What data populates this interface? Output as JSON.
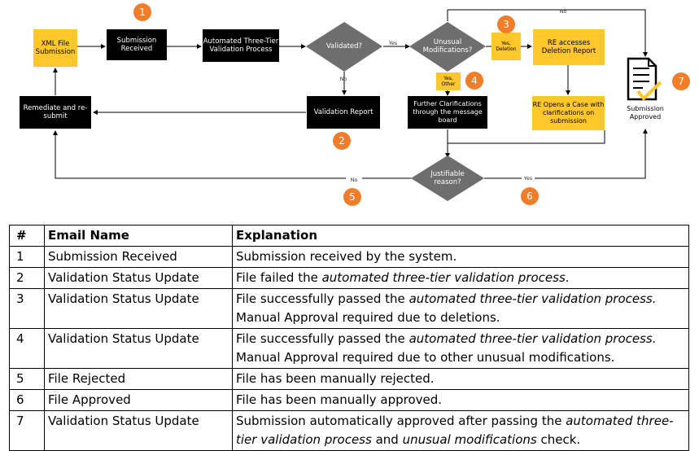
{
  "diagram": {
    "nodes": {
      "xml_file_submission": "XML File Submission",
      "submission_received": "Submission Received",
      "automated_validation": "Automated Three-Tier Validation Process",
      "validated_decision": "Validated?",
      "unusual_decision": "Unusual Modifications?",
      "re_accesses_report": "RE accesses Deletion Report",
      "remediate": "Remediate and re-submit",
      "validation_report": "Validation Report",
      "further_clarifications": "Further Clarifications through the message board",
      "re_opens_case": "RE Opens a Case with clarifications on submission",
      "justifiable_decision": "Justifiable reason?",
      "submission_approved": "Submission Approved"
    },
    "labels": {
      "yes_deletion": "Yes, Deletion",
      "yes_other": "Yes, Other",
      "validated_yes": "Yes",
      "validated_no": "No",
      "unusual_no": "No",
      "justifiable_no": "No",
      "justifiable_yes": "Yes"
    },
    "step_numbers": [
      "1",
      "2",
      "3",
      "4",
      "5",
      "6",
      "7"
    ],
    "colors": {
      "step_badge": "#f07d2a",
      "highlight_box": "#ffc72c",
      "process_box": "#000000",
      "decision": "#6e6e6e"
    },
    "icons": {
      "approved": "document-checkmark-icon"
    }
  },
  "table": {
    "headers": [
      "#",
      "Email Name",
      "Explanation"
    ],
    "rows": [
      {
        "num": "1",
        "name": "Submission Received",
        "parts": [
          [
            "Submission received by the system.",
            false
          ]
        ]
      },
      {
        "num": "2",
        "name": "Validation Status Update",
        "parts": [
          [
            "File failed the ",
            false
          ],
          [
            "automated three-tier validation process",
            true
          ],
          [
            ".",
            false
          ]
        ]
      },
      {
        "num": "3",
        "name": "Validation Status Update",
        "parts": [
          [
            "File successfully passed the ",
            false
          ],
          [
            "automated three-tier validation process.",
            true
          ],
          [
            " Manual Approval required due to deletions.",
            false
          ]
        ]
      },
      {
        "num": "4",
        "name": "Validation Status Update",
        "parts": [
          [
            "File successfully passed the ",
            false
          ],
          [
            "automated three-tier validation process.",
            true
          ],
          [
            " Manual Approval required due to other unusual modifications.",
            false
          ]
        ]
      },
      {
        "num": "5",
        "name": "File Rejected",
        "parts": [
          [
            "File has been manually rejected.",
            false
          ]
        ]
      },
      {
        "num": "6",
        "name": "File Approved",
        "parts": [
          [
            "File has been manually approved.",
            false
          ]
        ]
      },
      {
        "num": "7",
        "name": "Validation Status Update",
        "parts": [
          [
            "Submission automatically approved after passing the ",
            false
          ],
          [
            "automated three-tier validation process",
            true
          ],
          [
            " and ",
            false
          ],
          [
            "unusual modifications",
            true
          ],
          [
            " check.",
            false
          ]
        ]
      }
    ]
  }
}
